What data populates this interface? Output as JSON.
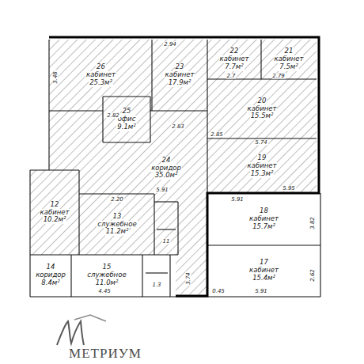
{
  "diagram": {
    "nodes": [
      {
        "text": [
          "26",
          "кабинет",
          "25.3м²"
        ]
      },
      {
        "text": [
          "23",
          "кабинет",
          "17.9м²"
        ]
      },
      {
        "text": [
          "22",
          "кабинет",
          "7.7м²"
        ]
      },
      {
        "text": [
          "21",
          "кабинет",
          "7.5м²"
        ]
      },
      {
        "text": [
          "25",
          "офис",
          "9.1м²"
        ]
      },
      {
        "text": [
          "20",
          "кабинет",
          "15.5м²"
        ]
      },
      {
        "text": [
          "24",
          "коридор",
          "35.0м²"
        ]
      },
      {
        "text": [
          "19",
          "кабинет",
          "15.3м²"
        ]
      },
      {
        "text": [
          "12",
          "кабинет",
          "10.2м²"
        ]
      },
      {
        "text": [
          "13",
          "служебное",
          "11.2м²"
        ]
      },
      {
        "text": [
          "18",
          "кабинет",
          "15.7м²"
        ]
      },
      {
        "text": [
          "17",
          "кабинет",
          "15.4м²"
        ]
      },
      {
        "text": [
          "14",
          "коридор",
          "8.4м²"
        ]
      },
      {
        "text": [
          "15",
          "служебное",
          "11.0м²"
        ]
      }
    ],
    "labels": [
      "2.94",
      "2.82",
      "2.7",
      "2.79",
      "2.85",
      "2.83",
      "5.74",
      "5.95",
      "5.91",
      "2.20",
      "3.48",
      "5.91",
      "3.82",
      "2.62",
      "5.91",
      "0.45",
      "4.45",
      "3.74",
      "11",
      "1.3",
      "МЕТРИУМ"
    ]
  }
}
